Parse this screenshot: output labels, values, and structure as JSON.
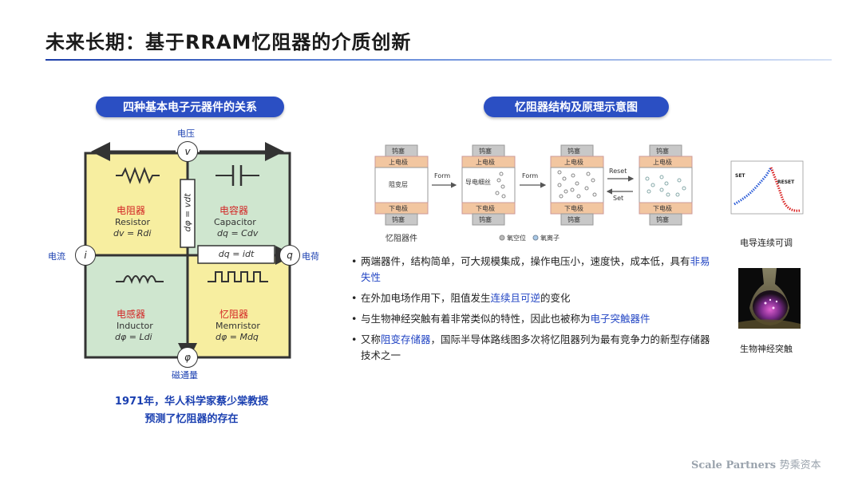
{
  "title": "未来长期：基于RRAM忆阻器的介质创新",
  "left": {
    "pill": "四种基本电子元器件的关系",
    "nodes": {
      "v": "v",
      "i": "i",
      "q": "q",
      "phi": "φ"
    },
    "node_labels": {
      "voltage": "电压",
      "current": "电流",
      "charge": "电荷",
      "flux": "磁通量"
    },
    "resistor": {
      "cn": "电阻器",
      "en": "Resistor",
      "formula": "dv = Rdi"
    },
    "capacitor": {
      "cn": "电容器",
      "en": "Capacitor",
      "formula": "dq = Cdv"
    },
    "inductor": {
      "cn": "电感器",
      "en": "Inductor",
      "formula": "dφ = Ldi"
    },
    "memristor": {
      "cn": "忆阻器",
      "en": "Memristor",
      "formula": "dφ = Mdq"
    },
    "vertical_relation": "dφ = vdt",
    "horizontal_relation": "dq = idt",
    "caption_line1": "1971年，华人科学家蔡少棠教授",
    "caption_line2": "预测了忆阻器的存在",
    "colors": {
      "yellow": "#f7eea0",
      "green": "#cfe6cf",
      "line": "#333333"
    }
  },
  "right": {
    "pill": "忆阻器结构及原理示意图",
    "structure": {
      "top_cap": "钨塞",
      "top_electrode": "上电极",
      "bottom_electrode": "下电极",
      "bottom_cap": "钨塞",
      "resist_layer": "阻变层",
      "filament": "导电细丝",
      "arrow_form_1": "Form",
      "arrow_form_2": "Form",
      "arrow_reset": "Reset",
      "arrow_set": "Set",
      "device_label": "忆阻器件",
      "legend_vacancy": "氧空位",
      "legend_ion": "氧离子"
    },
    "bullets": [
      {
        "a": "两端器件，结构简单，可大规模集成，操作电压小，速度快，成本低，具有",
        "hl": "非易失性",
        "b": ""
      },
      {
        "a": "在外加电场作用下，阻值发生",
        "hl": "连续且可逆",
        "b": "的变化"
      },
      {
        "a": "与生物神经突触有着非常类似的特性，因此也被称为",
        "hl": "电子突触器件",
        "b": ""
      },
      {
        "a": "又称",
        "hl": "阻变存储器",
        "b": "，国际半导体路线图多次将忆阻器列为最有竞争力的新型存储器技术之一"
      }
    ],
    "mini_chart_set": "SET",
    "mini_chart_reset": "RESET",
    "caption_chart": "电导连续可调",
    "caption_synapse": "生物神经突触"
  },
  "watermark": {
    "en": "Scale Partners",
    "cn": "势乘资本"
  },
  "accent": "#2b4fc3"
}
